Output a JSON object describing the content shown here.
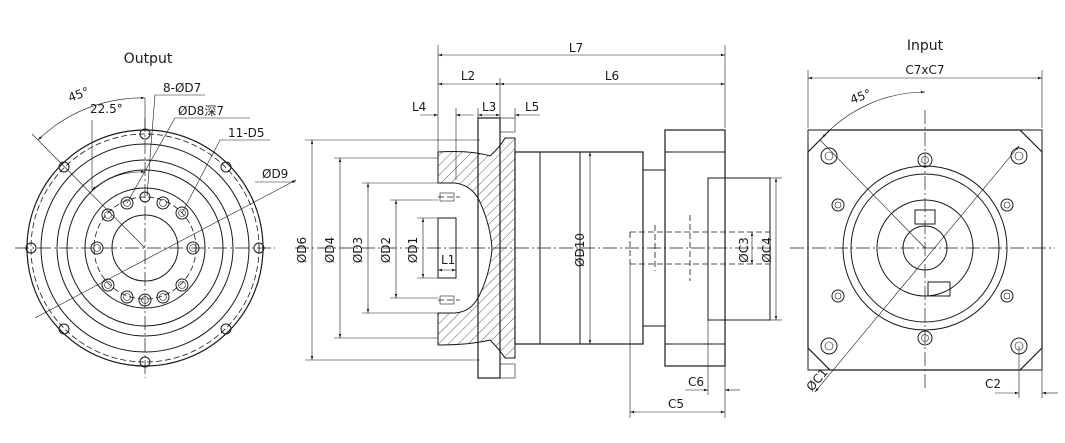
{
  "labels": {
    "output_title": "Output",
    "input_title": "Input",
    "angle_45_left": "45°",
    "angle_22_5": "22.5°",
    "hole_8_d7": "8-ØD7",
    "hole_d8": "ØD8深7",
    "thread_11_d5": "11-D5",
    "dia_d9": "ØD9",
    "dia_d6": "ØD6",
    "dia_d4": "ØD4",
    "dia_d3": "ØD3",
    "dia_d2": "ØD2",
    "dia_d1": "ØD1",
    "len_l1": "L1",
    "len_l2": "L2",
    "len_l3": "L3",
    "len_l4": "L4",
    "len_l5": "L5",
    "len_l6": "L6",
    "len_l7": "L7",
    "dia_d10": "ØD10",
    "dia_c3": "ØC3",
    "dia_c4": "ØC4",
    "len_c5": "C5",
    "len_c6": "C6",
    "square_c7": "C7xC7",
    "angle_45_right": "45°",
    "dia_c1": "ØC1",
    "len_c2": "C2"
  },
  "colors": {
    "line": "#1a1a1a",
    "background": "#ffffff"
  }
}
